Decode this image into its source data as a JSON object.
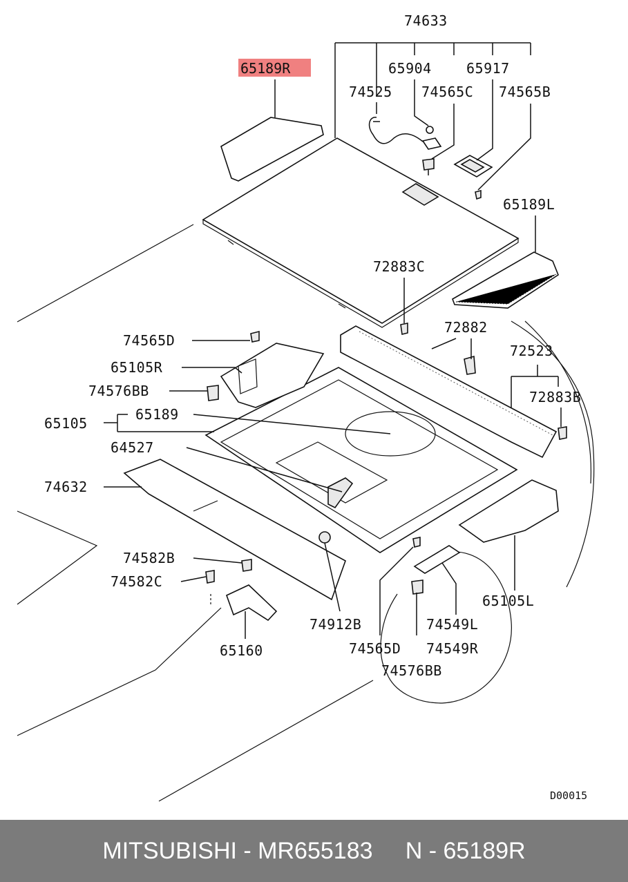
{
  "highlight_color": "#f08080",
  "labels": {
    "p74633": "74633",
    "p65189R": "65189R",
    "p65904": "65904",
    "p65917": "65917",
    "p74525": "74525",
    "p74565C": "74565C",
    "p74565B": "74565B",
    "p65189L": "65189L",
    "p72883C": "72883C",
    "p74565D_top": "74565D",
    "p65105R": "65105R",
    "p72882": "72882",
    "p72523": "72523",
    "p74576BB_left": "74576BB",
    "p72883B": "72883B",
    "p65105": "65105",
    "p65189": "65189",
    "p64527": "64527",
    "p74632": "74632",
    "p74582B": "74582B",
    "p74582C": "74582C",
    "p74912B": "74912B",
    "p74549L": "74549L",
    "p65105L": "65105L",
    "p65160": "65160",
    "p74565D_bottom": "74565D",
    "p74549R": "74549R",
    "p74576BB_bottom": "74576BB"
  },
  "diagram_code": "D00015",
  "footer": {
    "text": "MITSUBISHI - MR655183     N - 65189R"
  }
}
